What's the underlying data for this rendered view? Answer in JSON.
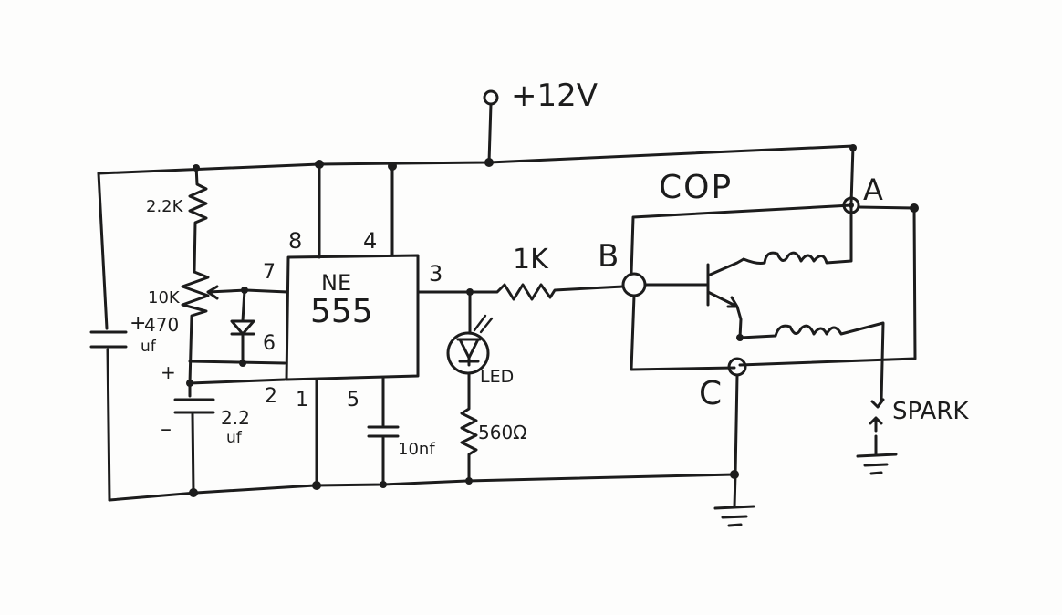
{
  "supply": "+12V",
  "cop_label": "COP",
  "ic": {
    "name": "NE",
    "number": "555"
  },
  "pins": {
    "p8": "8",
    "p4": "4",
    "p7": "7",
    "p6": "6",
    "p2": "2",
    "p1": "1",
    "p5": "5",
    "p3": "3"
  },
  "parts": {
    "r1": "2.2K",
    "pot": "10K",
    "cap_bulk_value": "470",
    "cap_bulk_unit": "uf",
    "cap_timing_value": "2.2",
    "cap_timing_unit": "uf",
    "cap_ctrl": "10nf",
    "r_base": "1K",
    "led": "LED",
    "r_led": "560Ω"
  },
  "terminals": {
    "a": "A",
    "b": "B",
    "c": "C"
  },
  "spark": "SPARK",
  "plus": "+",
  "minus": "–"
}
